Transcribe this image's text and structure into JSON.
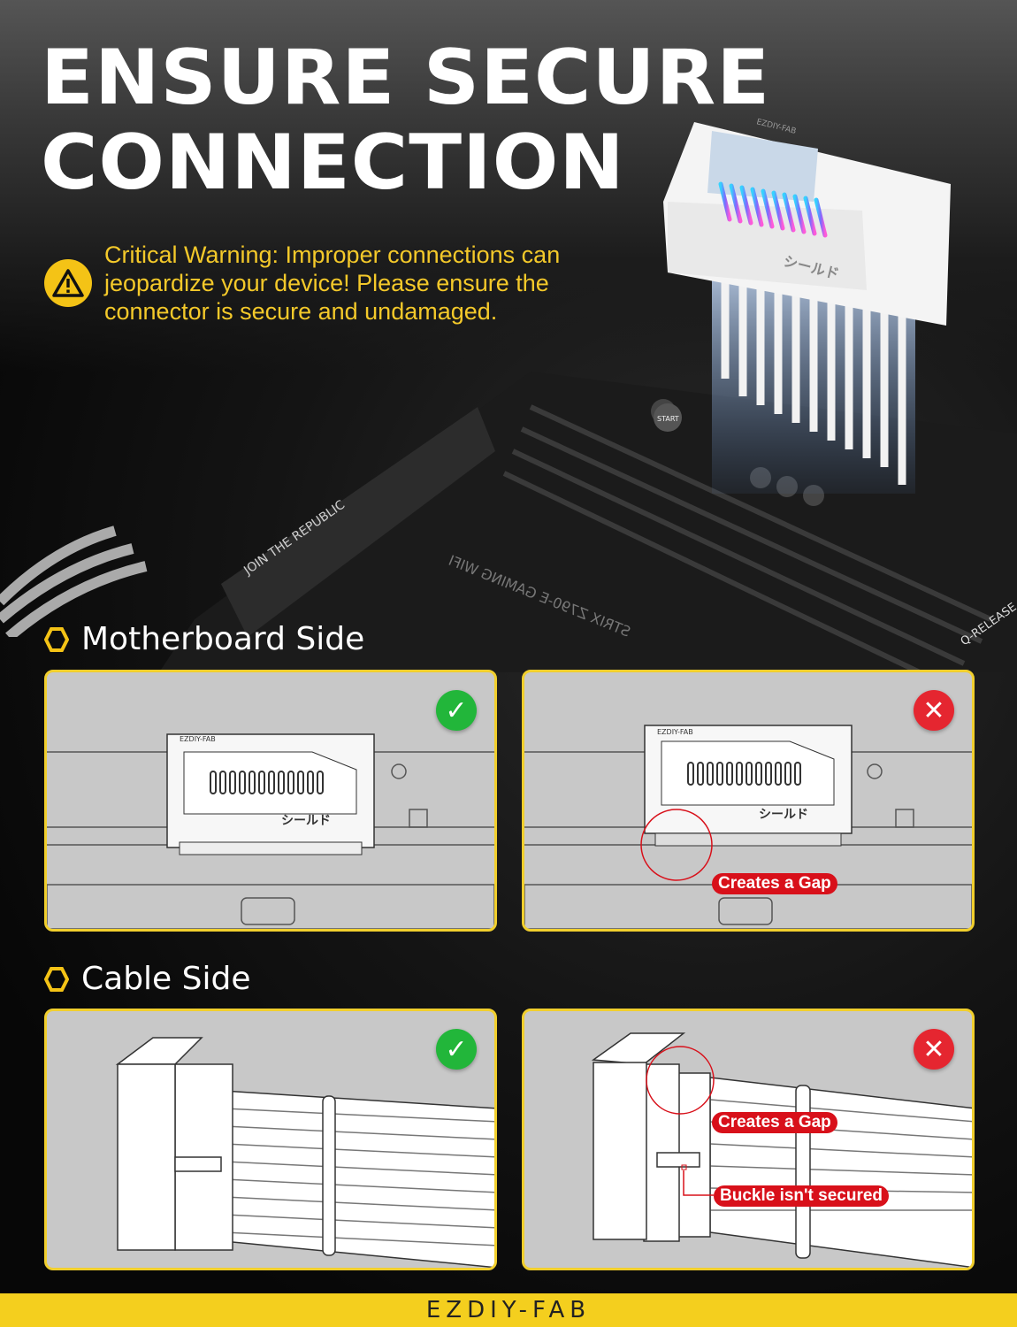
{
  "title": {
    "line1": "ENSURE SECURE",
    "line2": "CONNECTION"
  },
  "warning": {
    "icon": "warning-triangle-icon",
    "text": "Critical Warning: Improper connections can jeopardize your device! Please ensure the connector is secure and undamaged.",
    "color": "#f4c92a"
  },
  "product_lettering": {
    "brand": "EZDIY-FAB",
    "mark": "シールド",
    "board_text_1": "JOIN THE REPUBLIC",
    "board_text_2": "STRIX Z790-E GAMING WIFI",
    "board_text_3": "Q-RELEASE",
    "button": "START"
  },
  "sections": [
    {
      "label": "Motherboard Side",
      "panels": [
        {
          "status": "correct",
          "icon": "check-icon"
        },
        {
          "status": "incorrect",
          "icon": "x-icon",
          "tags": [
            "Creates a Gap"
          ]
        }
      ]
    },
    {
      "label": "Cable Side",
      "panels": [
        {
          "status": "correct",
          "icon": "check-icon"
        },
        {
          "status": "incorrect",
          "icon": "x-icon",
          "tags": [
            "Creates a Gap",
            "Buckle isn't secured"
          ]
        }
      ]
    }
  ],
  "footer": {
    "brand": "EZDIY-FAB",
    "color": "#f4cf1e"
  },
  "colors": {
    "panel_border": "#f1cf2d",
    "ok": "#22b63a",
    "bad": "#e52630"
  }
}
